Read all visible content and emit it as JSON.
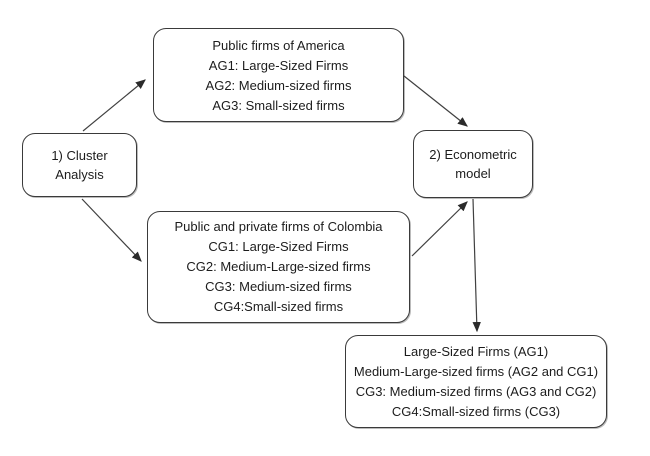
{
  "figure": {
    "background": "#ffffff",
    "box_border_color": "#3a3a3a",
    "text_color": "#1c1c1c",
    "arrow_color": "#404040",
    "boxes": {
      "cluster_analysis": {
        "lines": [
          "1) Cluster",
          "Analysis"
        ]
      },
      "public_firms_america": {
        "lines": [
          "Public firms of America",
          "AG1: Large-Sized Firms",
          "AG2: Medium-sized firms",
          "AG3: Small-sized firms"
        ]
      },
      "econometric_model": {
        "lines": [
          "2) Econometric",
          "model"
        ]
      },
      "firms_colombia": {
        "lines": [
          "Public and private firms of Colombia",
          "CG1: Large-Sized Firms",
          "CG2: Medium-Large-sized firms",
          "CG3: Medium-sized firms",
          "CG4:Small-sized firms"
        ]
      },
      "merged_groups": {
        "lines": [
          "Large-Sized Firms (AG1)",
          "Medium-Large-sized firms (AG2 and CG1)",
          "CG3: Medium-sized firms (AG3 and CG2)",
          "CG4:Small-sized firms (CG3)"
        ]
      }
    },
    "connectors": [
      {
        "from": "cluster_analysis",
        "to": "public_firms_america"
      },
      {
        "from": "cluster_analysis",
        "to": "firms_colombia"
      },
      {
        "from": "public_firms_america",
        "to": "econometric_model"
      },
      {
        "from": "firms_colombia",
        "to": "econometric_model"
      },
      {
        "from": "econometric_model",
        "to": "merged_groups"
      }
    ]
  }
}
